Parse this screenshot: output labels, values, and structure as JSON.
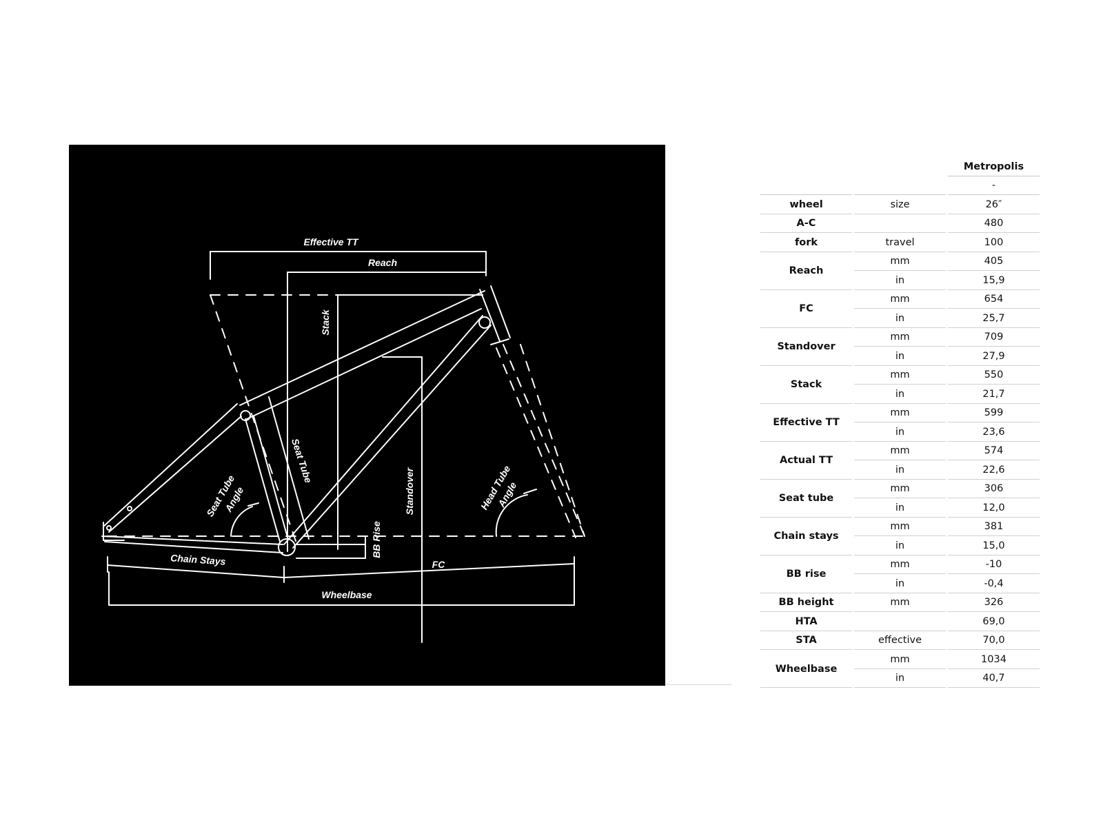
{
  "diagram": {
    "labels": {
      "effective_tt": "Effective TT",
      "reach": "Reach",
      "stack": "Stack",
      "seat_tube": "Seat Tube",
      "seat_tube_angle_1": "Seat Tube",
      "seat_tube_angle_2": "Angle",
      "head_tube_angle_1": "Head Tube",
      "head_tube_angle_2": "Angle",
      "standover": "Standover",
      "bb_rise": "BB Rise",
      "chain_stays": "Chain Stays",
      "fc": "FC",
      "wheelbase": "Wheelbase"
    },
    "colors": {
      "background": "#000000",
      "line": "#ffffff"
    }
  },
  "table": {
    "model": "Metropolis",
    "size": "-",
    "rows": [
      {
        "name": "wheel",
        "lines": [
          {
            "unit": "size",
            "value": "26″"
          }
        ]
      },
      {
        "name": "A-C",
        "lines": [
          {
            "unit": "",
            "value": "480"
          }
        ]
      },
      {
        "name": "fork",
        "lines": [
          {
            "unit": "travel",
            "value": "100"
          }
        ]
      },
      {
        "name": "Reach",
        "lines": [
          {
            "unit": "mm",
            "value": "405"
          },
          {
            "unit": "in",
            "value": "15,9"
          }
        ]
      },
      {
        "name": "FC",
        "lines": [
          {
            "unit": "mm",
            "value": "654"
          },
          {
            "unit": "in",
            "value": "25,7"
          }
        ]
      },
      {
        "name": "Standover",
        "lines": [
          {
            "unit": "mm",
            "value": "709"
          },
          {
            "unit": "in",
            "value": "27,9"
          }
        ]
      },
      {
        "name": "Stack",
        "lines": [
          {
            "unit": "mm",
            "value": "550"
          },
          {
            "unit": "in",
            "value": "21,7"
          }
        ]
      },
      {
        "name": "Effective TT",
        "lines": [
          {
            "unit": "mm",
            "value": "599"
          },
          {
            "unit": "in",
            "value": "23,6"
          }
        ]
      },
      {
        "name": "Actual TT",
        "lines": [
          {
            "unit": "mm",
            "value": "574"
          },
          {
            "unit": "in",
            "value": "22,6"
          }
        ]
      },
      {
        "name": "Seat tube",
        "lines": [
          {
            "unit": "mm",
            "value": "306"
          },
          {
            "unit": "in",
            "value": "12,0"
          }
        ]
      },
      {
        "name": "Chain stays",
        "lines": [
          {
            "unit": "mm",
            "value": "381"
          },
          {
            "unit": "in",
            "value": "15,0"
          }
        ]
      },
      {
        "name": "BB rise",
        "lines": [
          {
            "unit": "mm",
            "value": "-10"
          },
          {
            "unit": "in",
            "value": "-0,4"
          }
        ]
      },
      {
        "name": "BB height",
        "lines": [
          {
            "unit": "mm",
            "value": "326"
          }
        ]
      },
      {
        "name": "HTA",
        "lines": [
          {
            "unit": "",
            "value": "69,0"
          }
        ]
      },
      {
        "name": "STA",
        "lines": [
          {
            "unit": "effective",
            "value": "70,0"
          }
        ]
      },
      {
        "name": "Wheelbase",
        "lines": [
          {
            "unit": "mm",
            "value": "1034"
          },
          {
            "unit": "in",
            "value": "40,7"
          }
        ]
      }
    ]
  }
}
